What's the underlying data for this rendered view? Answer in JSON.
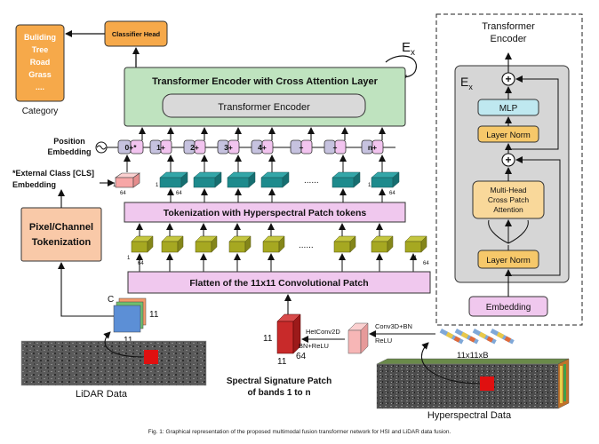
{
  "category_box": {
    "lines": [
      "Buliding",
      "Tree",
      "Road",
      "Grass",
      "...."
    ],
    "label": "Category"
  },
  "classifier_head": "Classifier Head",
  "ex_label": "E",
  "ex_sub": "x",
  "main_encoder": {
    "title": "Transformer Encoder with Cross Attention Layer",
    "inner": "Transformer Encoder"
  },
  "position_embedding": {
    "line1": "Position",
    "line2": "Embedding"
  },
  "position_tokens": [
    "0+*",
    "1+",
    "2+",
    "3+",
    "4+",
    "+",
    "+",
    "n+"
  ],
  "cls_label": {
    "line1": "*External Class [CLS]",
    "line2": "Embedding"
  },
  "dims": {
    "one": "1",
    "sixtyfour": "64"
  },
  "ellipsis": "......",
  "tokenization_bar": "Tokenization with Hyperspectral Patch tokens",
  "pixel_channel": {
    "line1": "Pixel/Channel",
    "line2": "Tokenization"
  },
  "flatten_bar": "Flatten of the 11x11 Convolutional Patch",
  "lidar_cube": {
    "c": "C",
    "side": "11",
    "bottom": "11"
  },
  "lidar_label": "LiDAR Data",
  "spectral_block": {
    "h": "11",
    "w": "11",
    "depth": "64",
    "op1": "HetConv2D",
    "op2": "BN+ReLU",
    "op3": "Conv3D+BN",
    "op4": "ReLU",
    "cube_label": "11x11xB"
  },
  "spectral_caption": {
    "line1": "Spectral Signature Patch",
    "line2": "of bands 1 to n"
  },
  "hyperspectral_label": "Hyperspectral Data",
  "right_panel": {
    "title_line1": "Transformer",
    "title_line2": "Encoder",
    "ex": "E",
    "ex_sub": "x",
    "mlp": "MLP",
    "layer_norm_top": "Layer Norm",
    "attention_line1": "Multi-Head",
    "attention_line2": "Cross Patch",
    "attention_line3": "Attention",
    "layer_norm_bottom": "Layer Norm",
    "embedding": "Embedding",
    "plus": "+"
  },
  "caption": "Fig. 1: Graphical representation of the proposed multimodal fusion transformer network for HSI and LiDAR data fusion.",
  "colors": {
    "category_fill": "#f6a94a",
    "encoder_fill": "#bfe3bf",
    "inner_fill": "#d9d9d9",
    "bar_fill": "#f0c8ee",
    "pixel_fill": "#f9c9a8",
    "teal_token": "#1d8a8c",
    "olive_token": "#a6a821",
    "cls_fill": "#f7a6a6",
    "mlp_fill": "#bfe8f0",
    "layernorm_fill": "#f6c86a",
    "attention_fill": "#f9d89a",
    "panel_fill": "#d6d6d6",
    "red_marker": "#e01010"
  }
}
